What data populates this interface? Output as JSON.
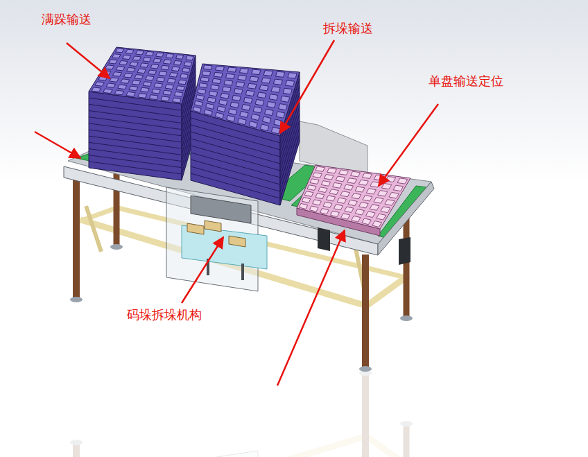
{
  "diagram": {
    "labels": [
      "满跺输送",
      "拆垛输送",
      "单盘输送定位",
      "码垛拆垛机构"
    ]
  }
}
